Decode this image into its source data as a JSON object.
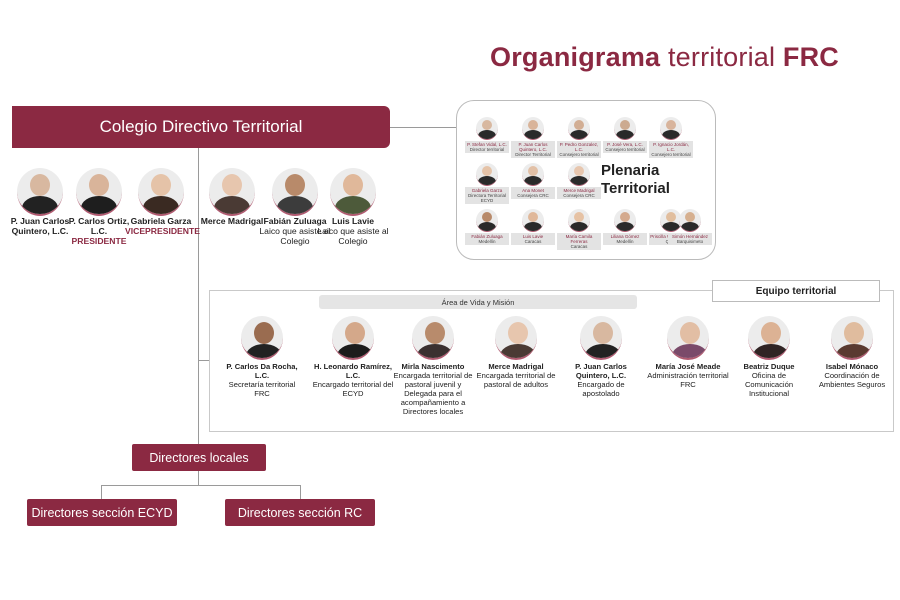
{
  "title": {
    "bold1": "Organigrama",
    "mid": "territorial",
    "bold2": "FRC"
  },
  "colegio": {
    "label": "Colegio Directivo Territorial"
  },
  "colegio_members": [
    {
      "name": "P. Juan Carlos Quintero, L.C.",
      "role": "",
      "tag": "",
      "skin": "#d8b8a0",
      "cloth": "#222222"
    },
    {
      "name": "P. Carlos Ortiz, L.C.",
      "role": "",
      "tag": "PRESIDENTE",
      "skin": "#d9b49a",
      "cloth": "#1e1e1e"
    },
    {
      "name": "Gabriela Garza",
      "role": "",
      "tag": "VICEPRESIDENTE",
      "skin": "#e5c3a8",
      "cloth": "#3a2a22"
    },
    {
      "name": "Merce Madrigal",
      "role": "",
      "tag": "",
      "skin": "#e7c6ae",
      "cloth": "#4a3a34"
    },
    {
      "name": "Fabián Zuluaga",
      "role": "Laico que asiste al Colegio",
      "tag": "",
      "skin": "#b88a6a",
      "cloth": "#3c3c3c"
    },
    {
      "name": "Luis Lavie",
      "role": "Laico que asiste al Colegio",
      "tag": "",
      "skin": "#e0b89a",
      "cloth": "#4d5a3a"
    }
  ],
  "plenaria": {
    "title": "Plenaria Territorial",
    "members": [
      {
        "name": "P. Stefan Vidal, L.C.",
        "role": "Director territorial"
      },
      {
        "name": "P. Juan Carlos Quintero, L.C.",
        "role": "Director Territorial"
      },
      {
        "name": "P. Pedro Gonzalez, L.C.",
        "role": "Consejero territorial"
      },
      {
        "name": "P. José Vera, L.C.",
        "role": "Consejero territorial"
      },
      {
        "name": "P. Ignacio Jordán, L.C.",
        "role": "Consejero territorial"
      },
      {
        "name": "Gabriela Garza",
        "role": "Directora Territorial ECYD"
      },
      {
        "name": "Ana Monet",
        "role": "Consejera CRC"
      },
      {
        "name": "Merce Madrigal",
        "role": "Consejera CRC"
      },
      {
        "name": "Fabián Zuluaga",
        "role": "Medellín"
      },
      {
        "name": "Luis Lavie",
        "role": "Caracas"
      },
      {
        "name": "María Camila Ferreras",
        "role": "Caracas"
      },
      {
        "name": "Liliana Gómez",
        "role": "Medellín"
      },
      {
        "name": "Priscilla Wright de B.",
        "role": "Quito"
      },
      {
        "name": "Simón Hernández",
        "role": "Barquisimeto"
      }
    ]
  },
  "equipo": {
    "title": "Equipo territorial",
    "area": "Área de Vida y Misión",
    "members": [
      {
        "name": "P. Carlos Da Rocha, L.C.",
        "role": "Secretaría territorial FRC",
        "skin": "#9a6c50",
        "cloth": "#222222"
      },
      {
        "name": "H. Leonardo Ramírez, L.C.",
        "role": "Encargado territorial del ECYD",
        "skin": "#d4a88a",
        "cloth": "#1c1c1c"
      },
      {
        "name": "Mirla Nascimento",
        "role": "Encargada territorial de pastoral juvenil y Delegada para el acompañamiento a Directores locales",
        "skin": "#b88b6c",
        "cloth": "#3a3030"
      },
      {
        "name": "Merce Madrigal",
        "role": "Encargada territorial de pastoral de adultos",
        "skin": "#e7c6ae",
        "cloth": "#4a3a34"
      },
      {
        "name": "P. Juan Carlos Quintero, L.C.",
        "role": "Encargado de apostolado",
        "skin": "#d8b8a0",
        "cloth": "#222222"
      },
      {
        "name": "María José Meade",
        "role": "Administración territorial FRC",
        "skin": "#e2bea4",
        "cloth": "#7a4a6a"
      },
      {
        "name": "Beatriz Duque",
        "role": "Oficina de Comunicación Institucional",
        "skin": "#dcb294",
        "cloth": "#302424"
      },
      {
        "name": "Isabel Mónaco",
        "role": "Coordinación de Ambientes Seguros",
        "skin": "#e0bc9e",
        "cloth": "#5a3a30"
      }
    ]
  },
  "directores": {
    "label": "Directores locales"
  },
  "secciones": [
    {
      "label": "Directores sección ECYD"
    },
    {
      "label": "Directores sección RC"
    }
  ],
  "colors": {
    "brand": "#8b2942",
    "line": "#9a9a9a"
  }
}
